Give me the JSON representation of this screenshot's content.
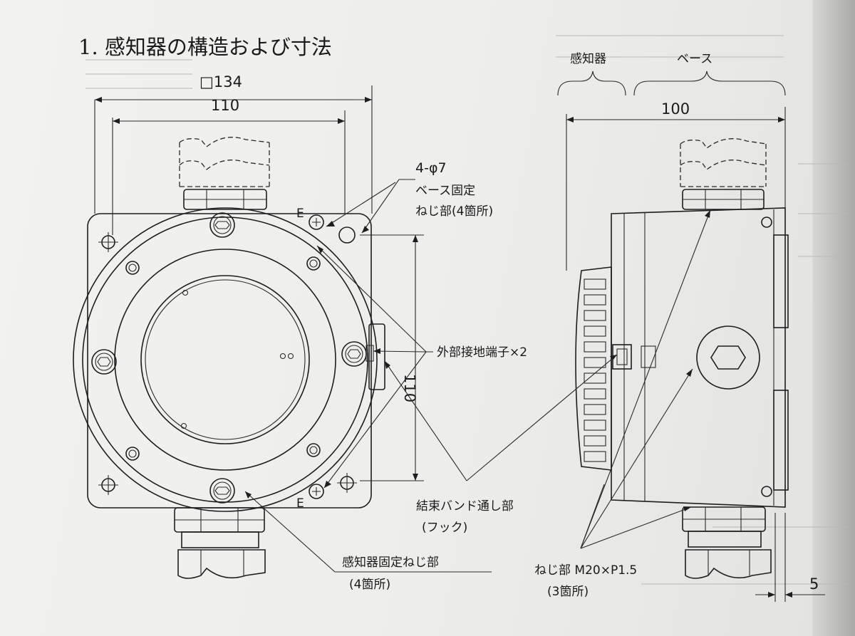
{
  "title": "1. 感知器の構造および寸法",
  "front_view": {
    "dim_outer": "□134",
    "dim_inner_h": "110",
    "dim_inner_v": "110",
    "hole_note_line1": "4-φ7",
    "hole_note_line2": "ベース固定",
    "hole_note_line3": "ねじ部(4箇所)",
    "earth_mark_top": "E",
    "earth_mark_bottom": "E"
  },
  "side_view": {
    "label_sensor": "感知器",
    "label_base": "ベース",
    "dim_depth": "100",
    "dim_offset": "5"
  },
  "callouts": {
    "ground_terminal": "外部接地端子×2",
    "band_line1": "結束バンド通し部",
    "band_line2": "(フック)",
    "sensor_screw_line1": "感知器固定ねじ部",
    "sensor_screw_line2": "(4箇所)",
    "thread_line1": "ねじ部 M20×P1.5",
    "thread_line2": "(3箇所)"
  },
  "colors": {
    "ink": "#1e1e1e",
    "paper": "#efefed"
  }
}
